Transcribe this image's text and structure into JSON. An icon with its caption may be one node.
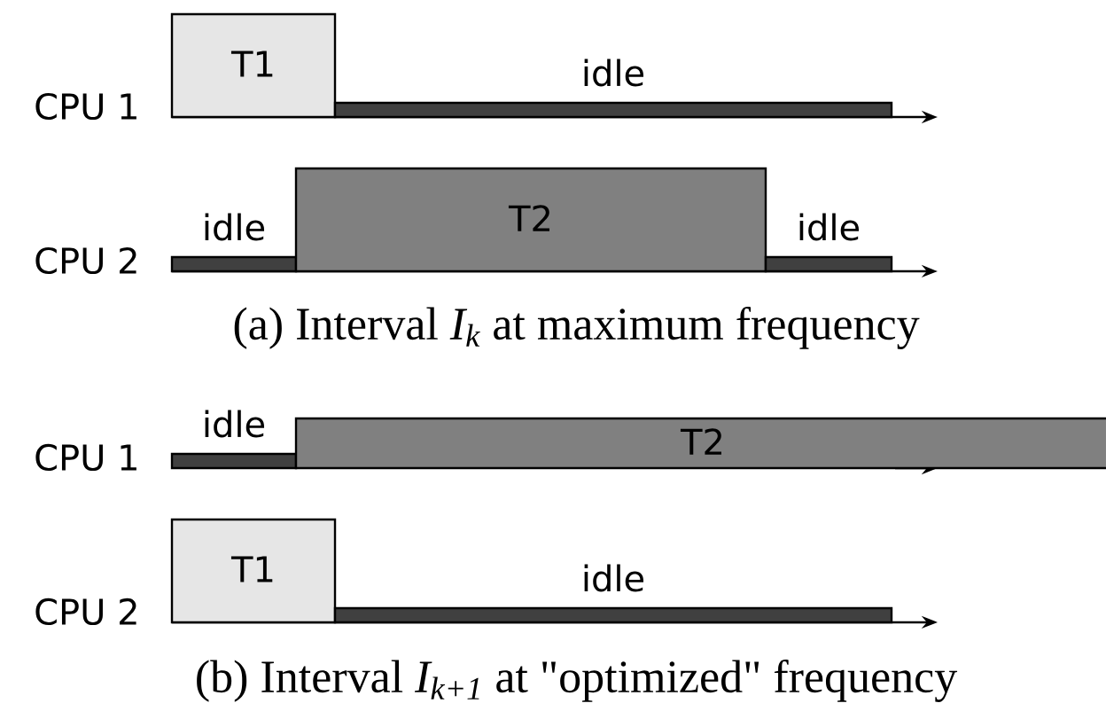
{
  "diagram": {
    "nodes": [
      {
        "text": [
          "T1"
        ]
      },
      {
        "text": [
          "idle"
        ]
      },
      {
        "text": [
          "idle"
        ]
      },
      {
        "text": [
          "T2"
        ]
      },
      {
        "text": [
          "idle"
        ]
      },
      {
        "text": [
          "idle"
        ]
      },
      {
        "text": [
          "T2"
        ]
      },
      {
        "text": [
          "T1"
        ]
      },
      {
        "text": [
          "idle"
        ]
      }
    ],
    "edges": [],
    "labels": [
      "CPU 1",
      "CPU 2",
      "(a) Interval *I$_{k}$* at maximum frequency",
      "CPU 1",
      "CPU 2",
      "(b) Interval *I$_{k+1}$* at \"optimized\" frequency"
    ]
  }
}
